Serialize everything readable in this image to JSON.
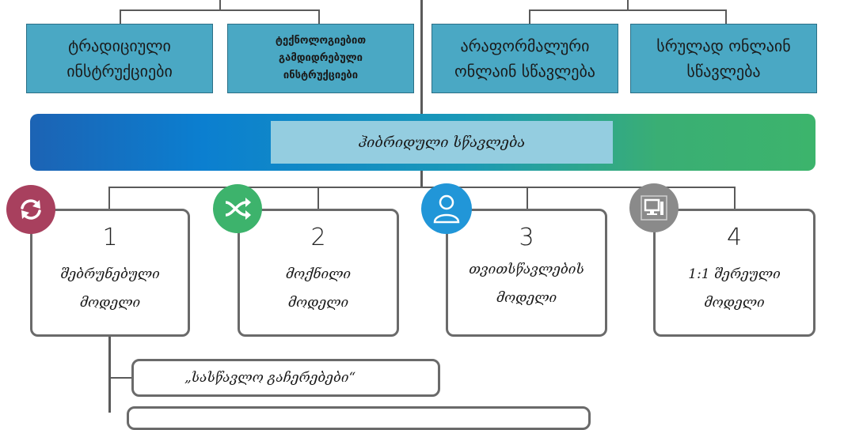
{
  "top_boxes": [
    {
      "label": "ტრადიციული\nინსტრუქციები"
    },
    {
      "label": "ტექნოლოგიებით\nგამდიდრებული\nინსტრუქციები"
    },
    {
      "label": "არაფორმალური\nონლაინ სწავლება"
    },
    {
      "label": "სრულად ონლაინ\nსწავლება"
    }
  ],
  "banner": {
    "label": "ჰიბრიდული სწავლება"
  },
  "models": [
    {
      "number": "1",
      "label": "შებრუნებული\nმოდელი",
      "icon": "refresh-icon",
      "color": "#a8405e"
    },
    {
      "number": "2",
      "label": "მოქნილი\nმოდელი",
      "icon": "shuffle-icon",
      "color": "#3db36c"
    },
    {
      "number": "3",
      "label": "თვითსწავლების\nმოდელი",
      "icon": "user-icon",
      "color": "#2196d8"
    },
    {
      "number": "4",
      "label": "1:1 შერეული\nმოდელი",
      "icon": "computer-icon",
      "color": "#8a8a8a"
    }
  ],
  "sub_items": [
    {
      "label": "„სასწავლო გაჩერებები“"
    }
  ]
}
